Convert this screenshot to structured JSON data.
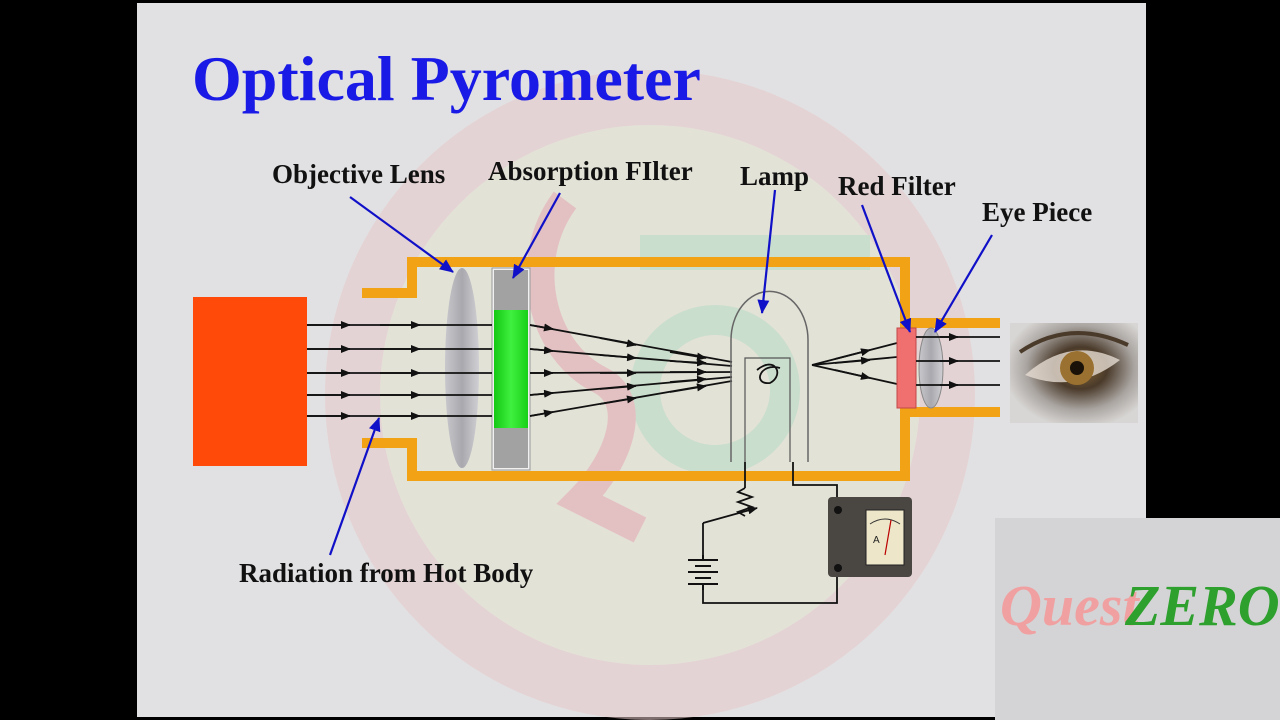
{
  "slide": {
    "title": "Optical Pyrometer"
  },
  "labels": {
    "objective_lens": "Objective Lens",
    "absorption_filter": "Absorption FIlter",
    "lamp": "Lamp",
    "red_filter": "Red Filter",
    "eye_piece": "Eye Piece",
    "radiation": "Radiation from Hot Body"
  },
  "meter": {
    "symbol": "A"
  },
  "watermark": {
    "brand_part1": "Quest",
    "brand_part2": "ZERO"
  },
  "colors": {
    "title": "#1a1ae6",
    "tube": "#f2a215",
    "hot_body": "#ff4a0a",
    "absorption_filter": "#28e628",
    "red_filter": "#f07070",
    "pointer_arrows": "#1010c8",
    "background": "#e1e1e3"
  },
  "icons": {
    "eye": "eye-photo-icon",
    "meter": "ammeter-icon",
    "battery": "battery-icon",
    "rheostat": "rheostat-icon"
  }
}
